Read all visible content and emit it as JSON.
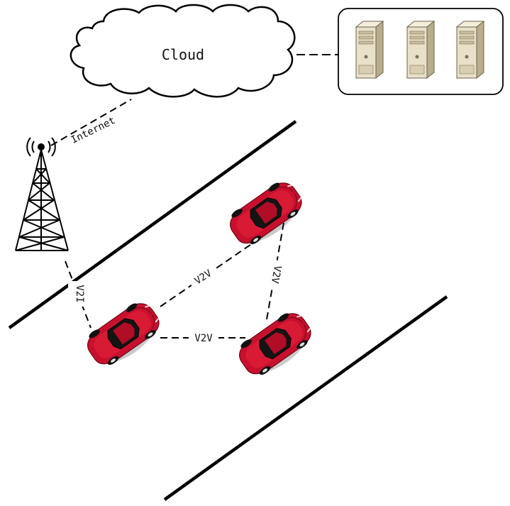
{
  "diagram": {
    "cloud_label": "Cloud",
    "internet_label": "Internet",
    "v2i_label": "V2I",
    "v2v_labels": [
      "V2V",
      "V2V",
      "V2V"
    ],
    "nodes": {
      "cloud": "Cloud",
      "servers": {
        "count": 3,
        "icon": "server-tower-icon"
      },
      "tower": {
        "icon": "cell-tower-icon"
      },
      "vehicles": {
        "count": 3,
        "icon": "red-car-icon",
        "color": "#c8102e"
      }
    },
    "colors": {
      "line": "#000000",
      "car_body": "#c8102e",
      "car_dark": "#7a0a18",
      "server_body": "#e8e0c8",
      "server_side": "#b9ad8c"
    }
  }
}
